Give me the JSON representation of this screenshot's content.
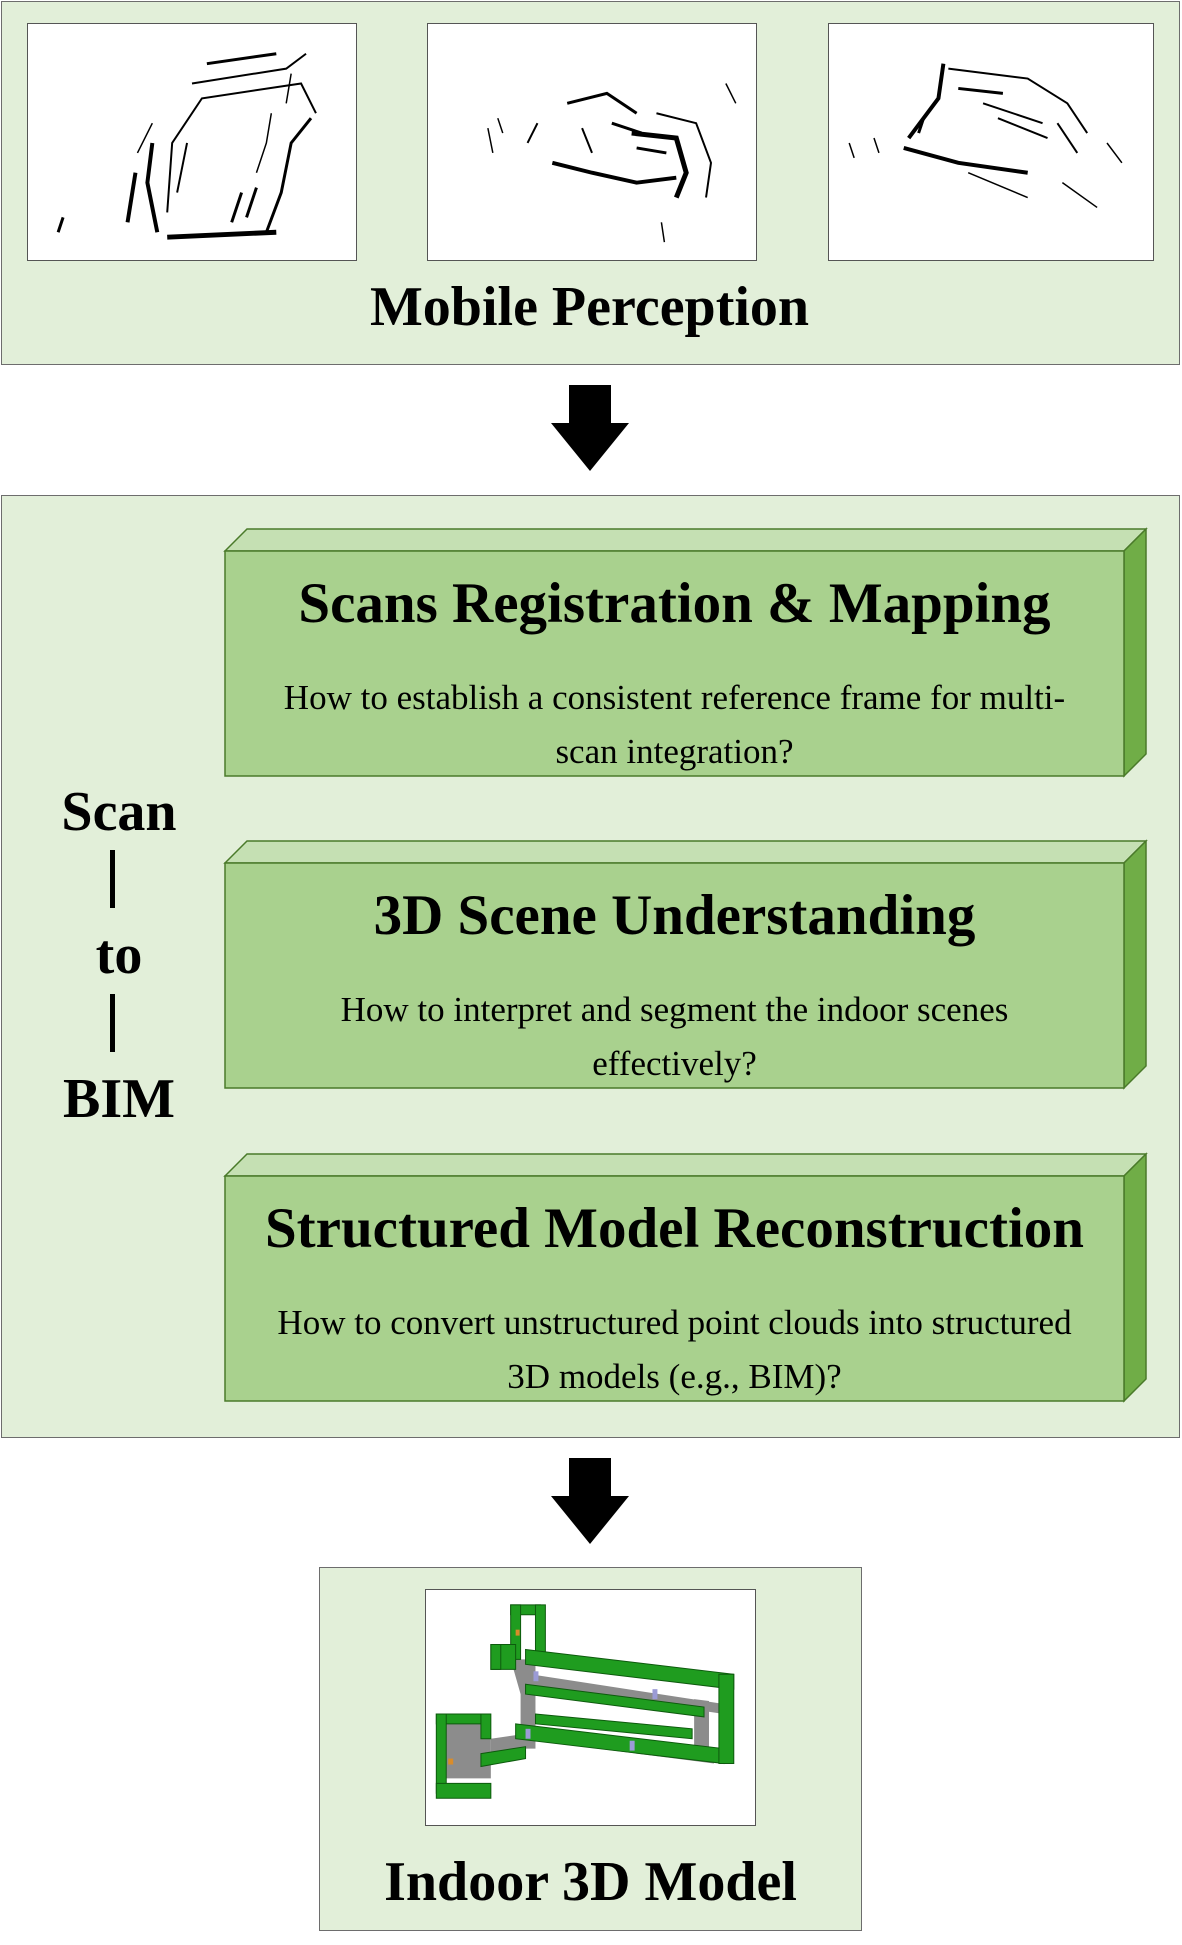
{
  "top": {
    "title": "Mobile Perception"
  },
  "sidebar": {
    "words": [
      "Scan",
      "to",
      "BIM"
    ]
  },
  "steps": [
    {
      "heading": "Scans Registration & Mapping",
      "description": "How to establish a consistent reference frame for multi-scan integration?"
    },
    {
      "heading": "3D Scene Understanding",
      "description": "How to interpret and segment the indoor scenes effectively?"
    },
    {
      "heading": "Structured Model Reconstruction",
      "description": "How to convert unstructured point clouds into structured 3D models (e.g., BIM)?"
    }
  ],
  "bottom": {
    "title": "Indoor 3D Model"
  },
  "colors": {
    "panel": "#e2efd9",
    "box_front": "#a9d18e",
    "box_top": "#c5e0b3",
    "box_side": "#70ad47",
    "model_green": "#1f9c1f"
  },
  "icons": {
    "arrow": "down-arrow-icon"
  }
}
